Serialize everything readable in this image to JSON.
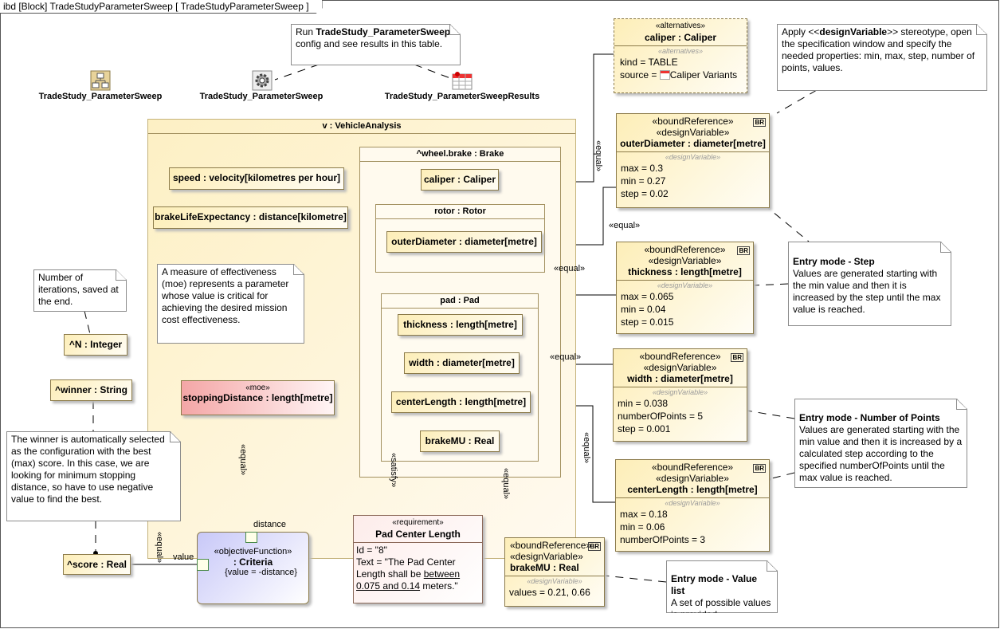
{
  "frame": {
    "title": "ibd [Block] TradeStudyParameterSweep [ TradeStudyParameterSweep ]"
  },
  "icons": [
    {
      "name": "block-icon",
      "label": "TradeStudy_ParameterSweep"
    },
    {
      "name": "gear-icon",
      "label": "TradeStudy_ParameterSweep"
    },
    {
      "name": "table-icon",
      "label": "TradeStudy_ParameterSweepResults"
    }
  ],
  "notes": {
    "run": {
      "pre": "Run ",
      "bold": "TradeStudy_ParameterSweep",
      "post": " config and see results in this table."
    },
    "apply": {
      "pre": "Apply <<",
      "bold": "designVariable",
      "post": ">> stereotype, open the specification window and specify the needed properties: min, max, step, number of points, values."
    },
    "step": {
      "title": "Entry mode - Step",
      "text": "Values are generated starting with the min value and then it is increased by the step until the max value is reached."
    },
    "points": {
      "title": "Entry mode - Number of Points",
      "text": "Values are generated starting with the min value and then it is increased by a calculated step according to the specified numberOfPoints until the max value is reached."
    },
    "valuelist": {
      "title": "Entry mode - Value list",
      "text": "A set of possible values is provided."
    },
    "moe": "A measure of effectiveness (moe) represents a parameter whose value is critical for achieving the desired mission cost effectiveness.",
    "iterations": "Number of iterations, saved at the end.",
    "winner": "The winner is automatically selected as the configuration with the best (max) score. In this case, we are looking for minimum stopping distance, so have to use negative value to find the best."
  },
  "vehicle": {
    "title": "v : VehicleAnalysis",
    "speed": "speed : velocity[kilometres per hour]",
    "brakeLife": "brakeLifeExpectancy : distance[kilometre]",
    "brake": {
      "title": "^wheel.brake : Brake",
      "caliper": "caliper : Caliper",
      "rotor": {
        "title": "rotor : Rotor",
        "outerDiameter": "outerDiameter : diameter[metre]"
      },
      "pad": {
        "title": "pad : Pad",
        "thickness": "thickness : length[metre]",
        "width": "width : diameter[metre]",
        "centerLength": "centerLength : length[metre]",
        "brakeMU": "brakeMU : Real"
      }
    },
    "stopping": {
      "stereotype": "«moe»",
      "name": "stoppingDistance : length[metre]"
    }
  },
  "params": {
    "N": "^N : Integer",
    "winner": "^winner : String",
    "score": "^score : Real"
  },
  "criteria": {
    "stereotype": "«objectiveFunction»",
    "name": ": Criteria",
    "constraint": "{value = -distance}",
    "port_distance": "distance",
    "port_value": "value"
  },
  "requirement": {
    "stereotype": "«requirement»",
    "name": "Pad Center Length",
    "id": "Id = \"8\"",
    "text_pre": "Text = \"The Pad Center Length shall be ",
    "text_u": "between 0.075 and 0.14",
    "text_post": " meters.\""
  },
  "alternatives": {
    "stereotype": "«alternatives»",
    "name": "caliper : Caliper",
    "section": "«alternatives»",
    "kind": "kind = TABLE",
    "source_pre": "source = ",
    "source": "Caliper Variants"
  },
  "designVariables": {
    "br": "BR",
    "st1": "«boundReference»",
    "st2": "«designVariable»",
    "section": "«designVariable»",
    "outerDiameter": {
      "name": "outerDiameter : diameter[metre]",
      "values": [
        "max = 0.3",
        "min = 0.27",
        "step = 0.02"
      ]
    },
    "thickness": {
      "name": "thickness : length[metre]",
      "values": [
        "max = 0.065",
        "min = 0.04",
        "step = 0.015"
      ]
    },
    "width": {
      "name": "width : diameter[metre]",
      "values": [
        "min = 0.038",
        "numberOfPoints = 5",
        "step = 0.001"
      ]
    },
    "centerLength": {
      "name": "centerLength : length[metre]",
      "values": [
        "max = 0.18",
        "min = 0.06",
        "numberOfPoints = 3"
      ]
    },
    "brakeMU": {
      "name": "brakeMU : Real",
      "values": [
        "values = 0.21, 0.66"
      ]
    }
  },
  "connectors": {
    "equal": "«equal»",
    "satisfy": "«satisfy»"
  },
  "colors": {
    "part": "#fdeeb8",
    "moe": "#f4a6a6",
    "objective": "#c8c8f8",
    "requirement": "#fdecea",
    "border": "#8c7b4a"
  }
}
